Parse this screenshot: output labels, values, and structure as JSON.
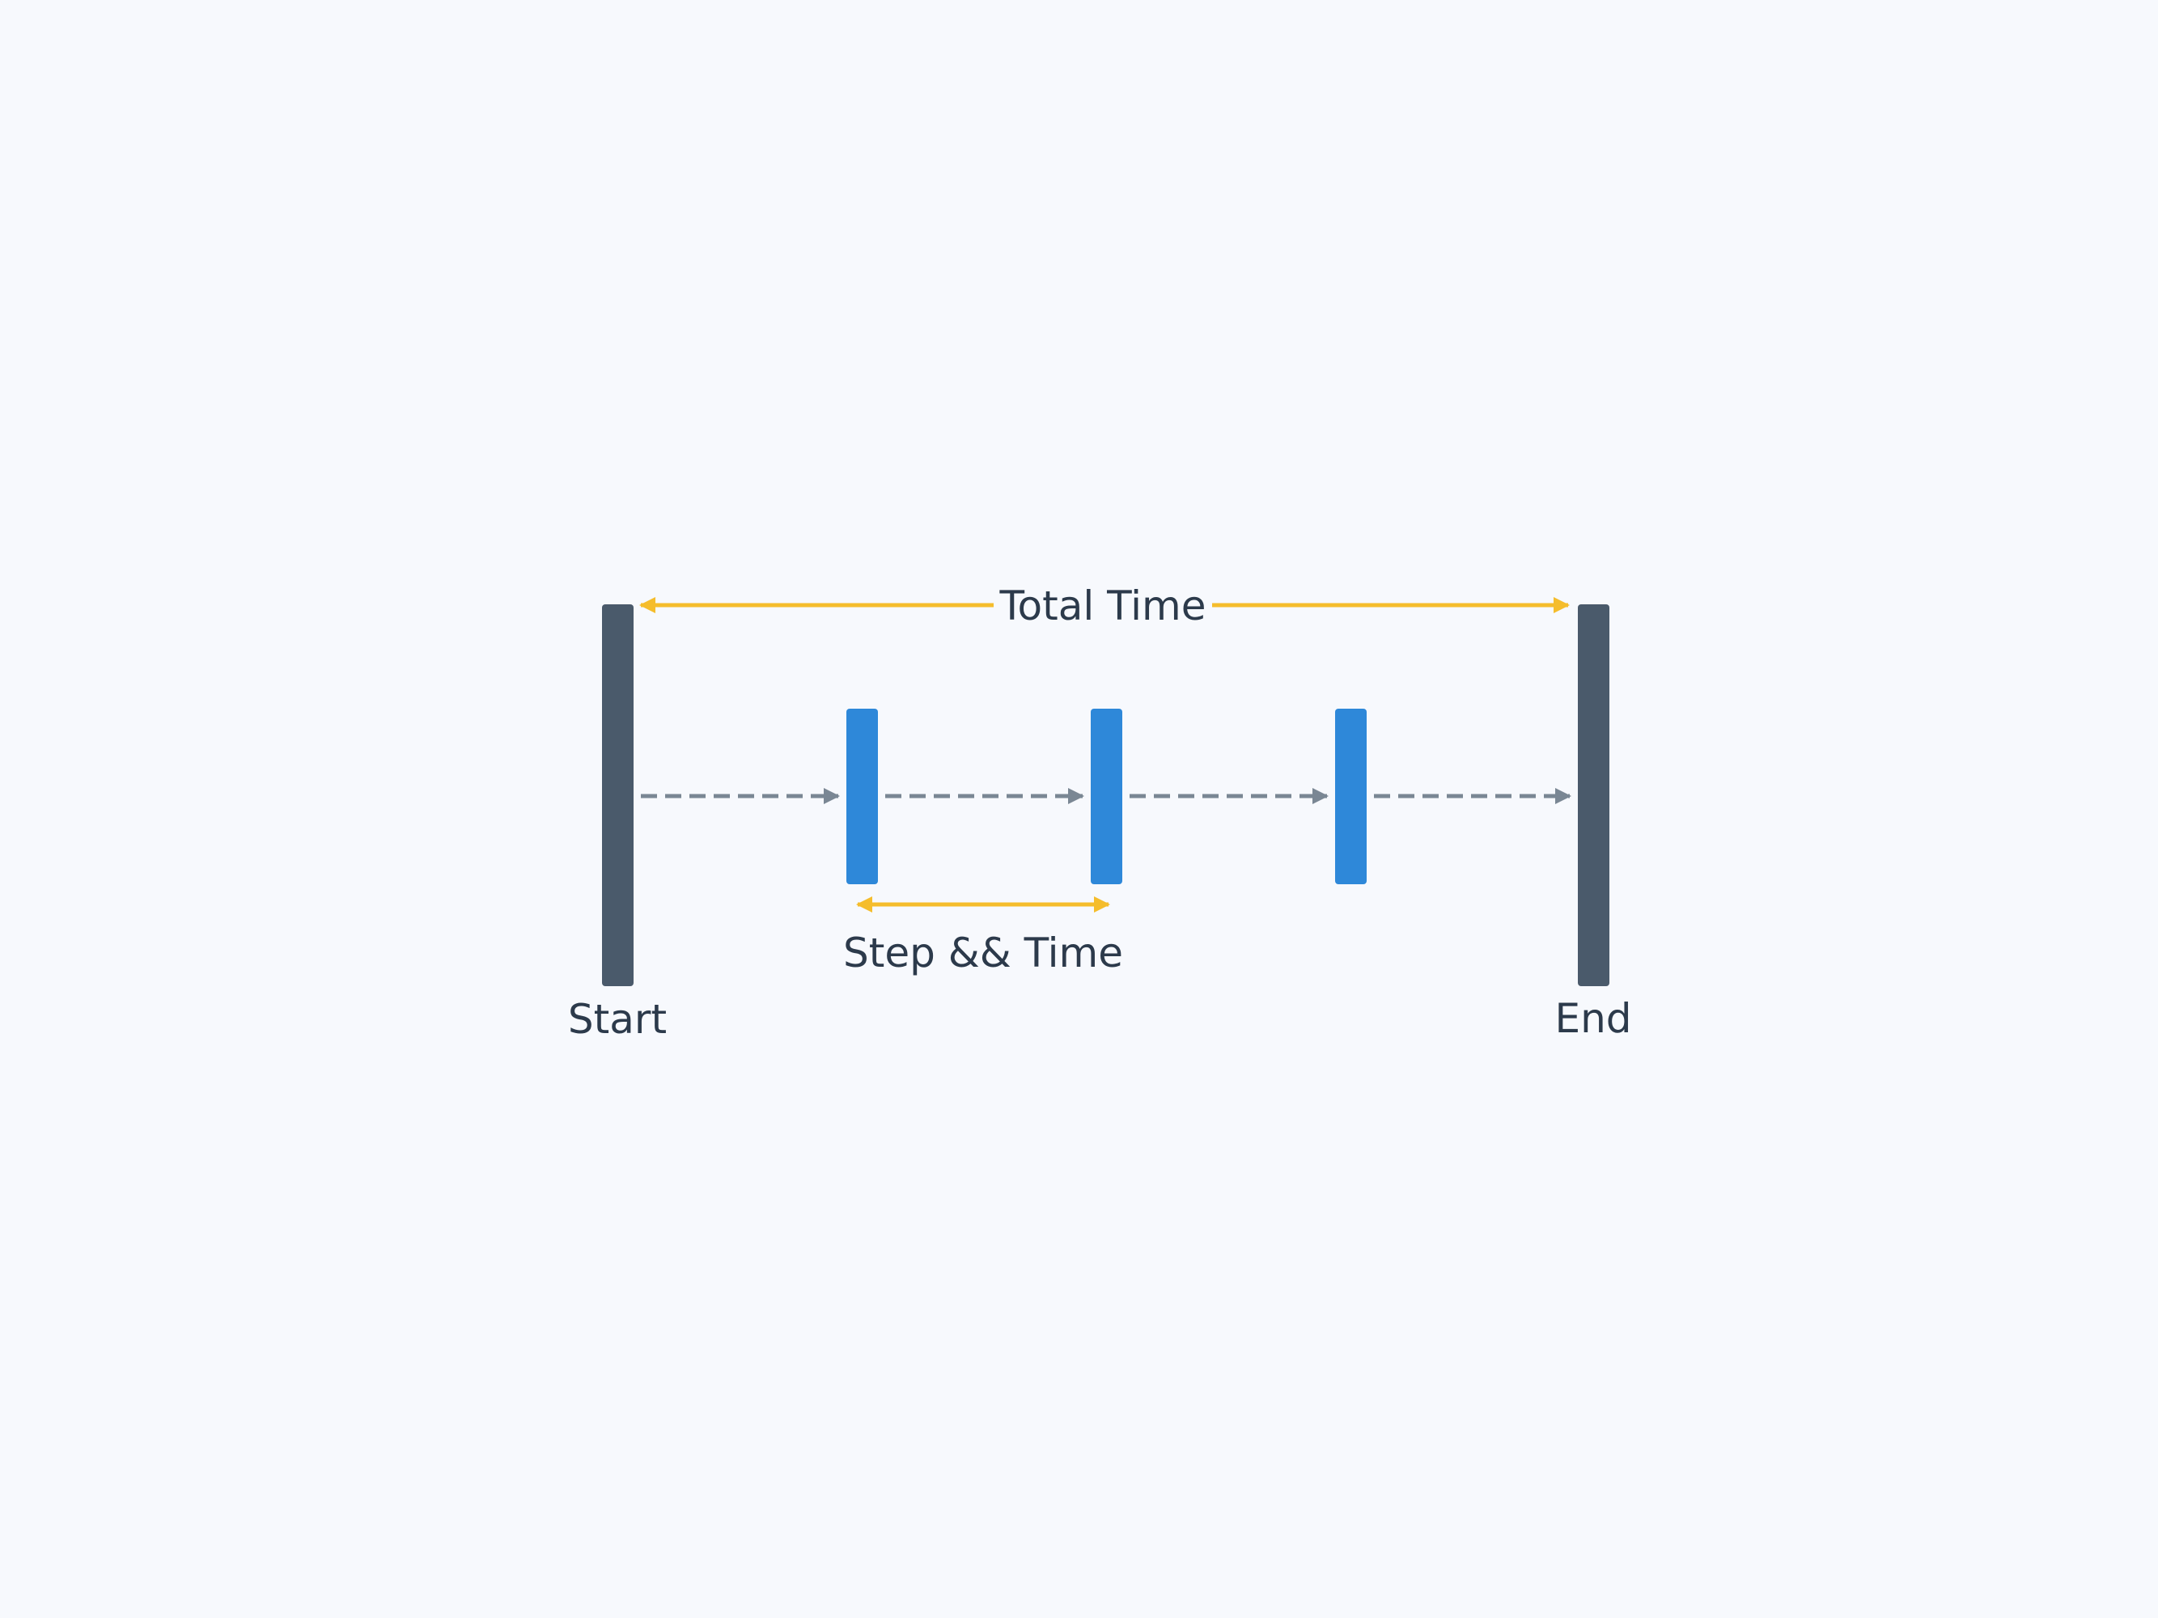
{
  "labels": {
    "total_time": "Total Time",
    "step_time": "Step && Time",
    "start": "Start",
    "end": "End"
  },
  "colors": {
    "background": "#F7F9FD",
    "boundary_bar": "#4A5A6B",
    "step_bar": "#2E88D9",
    "dimension_arrow": "#F5BD2C",
    "flow_arrow": "#7A8794",
    "text": "#2C3A4B"
  },
  "diagram": {
    "step_count": 3,
    "dimension_arrows": [
      "total-time",
      "step-time"
    ],
    "flow_segments": 4
  }
}
